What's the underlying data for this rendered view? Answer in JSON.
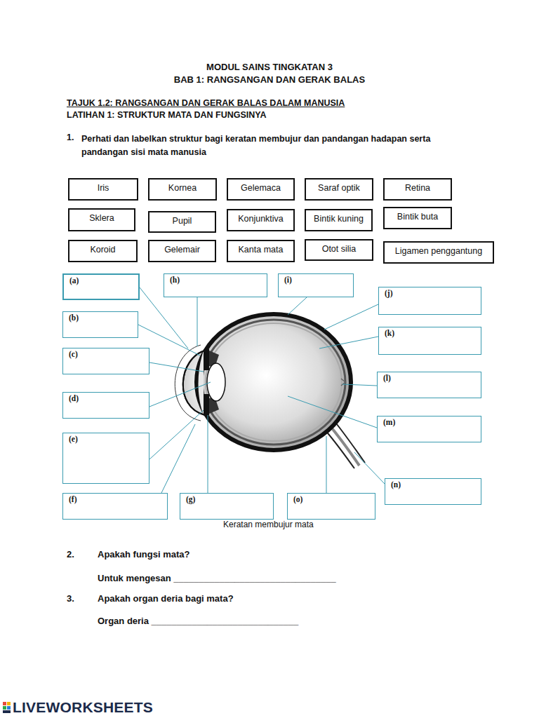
{
  "diagram": {
    "title": "MODUL SAINS TINGKATAN 3",
    "caption": "Keratan membujur mata",
    "nodes": [
      {
        "text": [
          "Iris"
        ]
      },
      {
        "text": [
          "Kornea"
        ]
      },
      {
        "text": [
          "Gelemaca"
        ]
      },
      {
        "text": [
          "Saraf optik"
        ]
      },
      {
        "text": [
          "Retina"
        ]
      },
      {
        "text": [
          "Sklera"
        ]
      },
      {
        "text": [
          "Pupil"
        ]
      },
      {
        "text": [
          "Konjunktiva"
        ]
      },
      {
        "text": [
          "Bintik kuning"
        ]
      },
      {
        "text": [
          "Bintik buta"
        ]
      },
      {
        "text": [
          "Koroid"
        ]
      },
      {
        "text": [
          "Gelemair"
        ]
      },
      {
        "text": [
          "Kanta mata"
        ]
      },
      {
        "text": [
          "Otot silia"
        ]
      },
      {
        "text": [
          "Ligamen penggantung"
        ]
      },
      {
        "text": [
          "(a)"
        ]
      },
      {
        "text": [
          "(h)"
        ]
      },
      {
        "text": [
          "(i)"
        ]
      },
      {
        "text": [
          "(j)"
        ]
      },
      {
        "text": [
          "(b)"
        ]
      },
      {
        "text": [
          "(k)"
        ]
      },
      {
        "text": [
          "(c)"
        ]
      },
      {
        "text": [
          "(l)"
        ]
      },
      {
        "text": [
          "(d)"
        ]
      },
      {
        "text": [
          "(m)"
        ]
      },
      {
        "text": [
          "(e)"
        ]
      },
      {
        "text": [
          "(n)"
        ]
      },
      {
        "text": [
          "(f)"
        ]
      },
      {
        "text": [
          "(g)"
        ]
      },
      {
        "text": [
          "(o)"
        ]
      }
    ],
    "edges": [],
    "labels": [
      "BAB 1: RANGSANGAN DAN GERAK BALAS",
      "TAJUK 1.2: RANGSANGAN DAN GERAK BALAS DALAM MANUSIA",
      "LATIHAN 1: STRUKTUR MATA DAN FUNGSINYA",
      "1.",
      "Perhati dan labelkan struktur bagi keratan membujur dan pandangan hadapan serta pandangan sisi mata manusia",
      "2.",
      "Apakah fungsi mata?",
      "Untuk mengesan ________________________________",
      "3.",
      "Apakah organ deria bagi mata?",
      "Organ deria _____________________________",
      "LIVEWORKSHEETS"
    ]
  }
}
